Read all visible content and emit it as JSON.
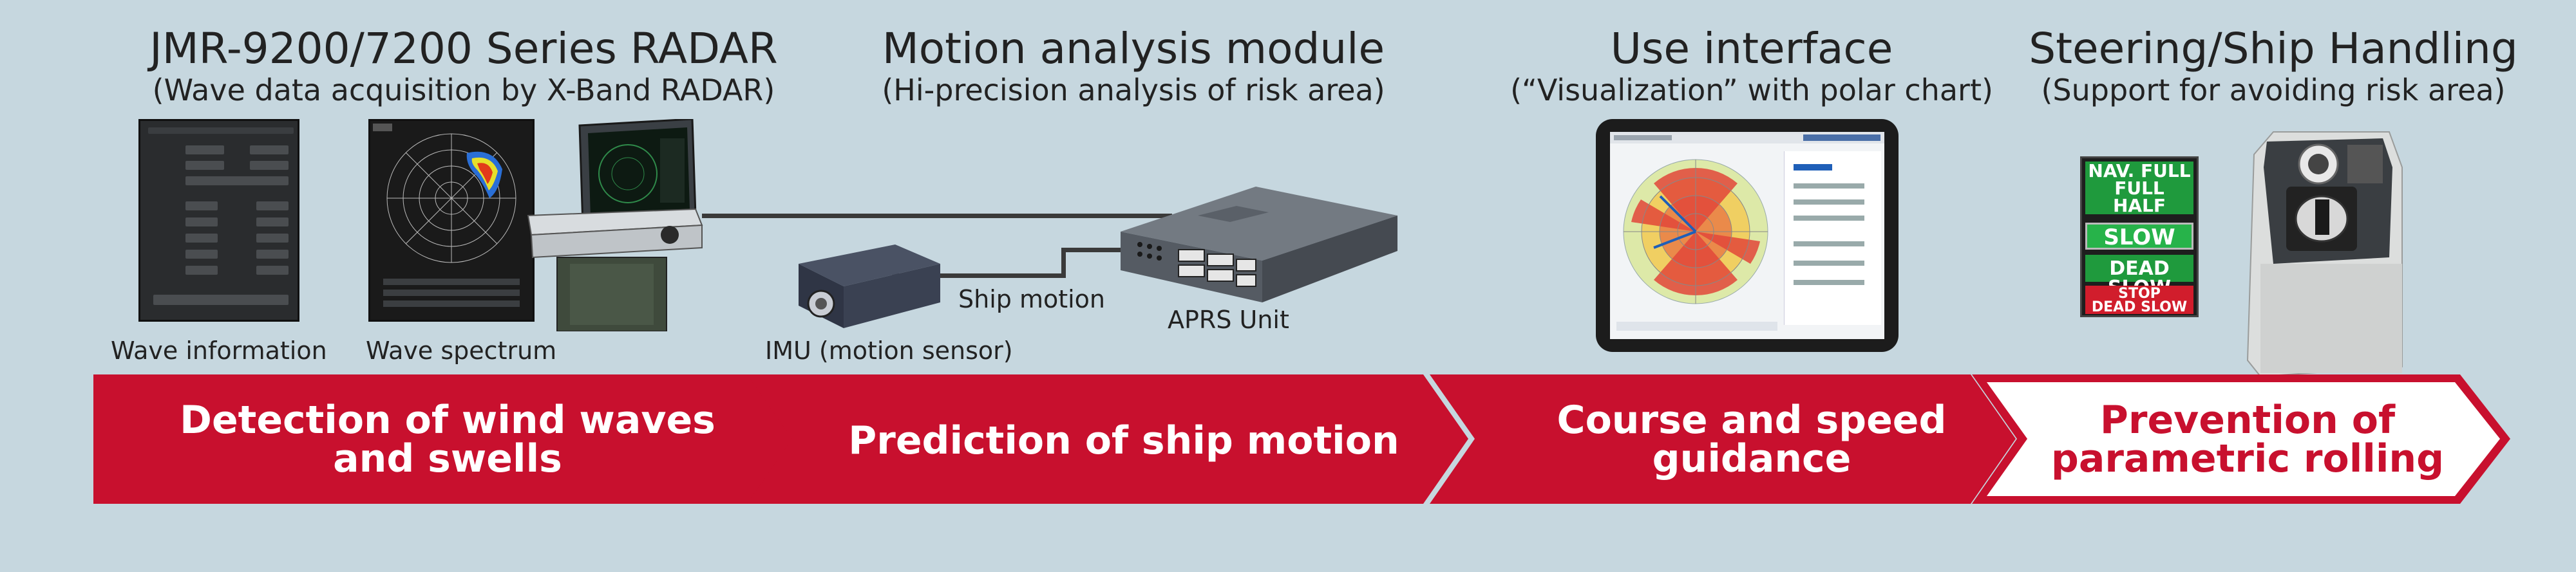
{
  "sections": [
    {
      "title": "JMR-9200/7200 Series RADAR",
      "subtitle": "(Wave data acquisition by X-Band RADAR)"
    },
    {
      "title": "Motion analysis module",
      "subtitle": "(Hi-precision analysis of risk area)"
    },
    {
      "title": "Use interface",
      "subtitle": "(“Visualization” with polar chart)"
    },
    {
      "title": "Steering/Ship Handling",
      "subtitle": "(Support for avoiding risk area)"
    }
  ],
  "captions": {
    "wave_information": "Wave information",
    "wave_spectrum": "Wave spectrum",
    "imu": "IMU (motion sensor)",
    "ship_motion": "Ship motion",
    "aprs_unit": "APRS Unit"
  },
  "banner": {
    "step1": [
      "Detection of wind waves",
      "and swells"
    ],
    "step2": [
      "Prediction of ship motion"
    ],
    "step3": [
      "Course and speed",
      "guidance"
    ],
    "step4": [
      "Prevention of",
      "parametric rolling"
    ]
  },
  "engine_telegraph": {
    "labels": [
      "NAV. FULL",
      "FULL",
      "HALF",
      "SLOW",
      "DEAD SLOW",
      "STOP",
      "DEAD SLOW"
    ],
    "selected": "SLOW"
  },
  "colors": {
    "banner_red": "#c8102e",
    "background": "#c6d7df",
    "telegraph_green": "#1f9a3d",
    "telegraph_red": "#d11d2c"
  }
}
